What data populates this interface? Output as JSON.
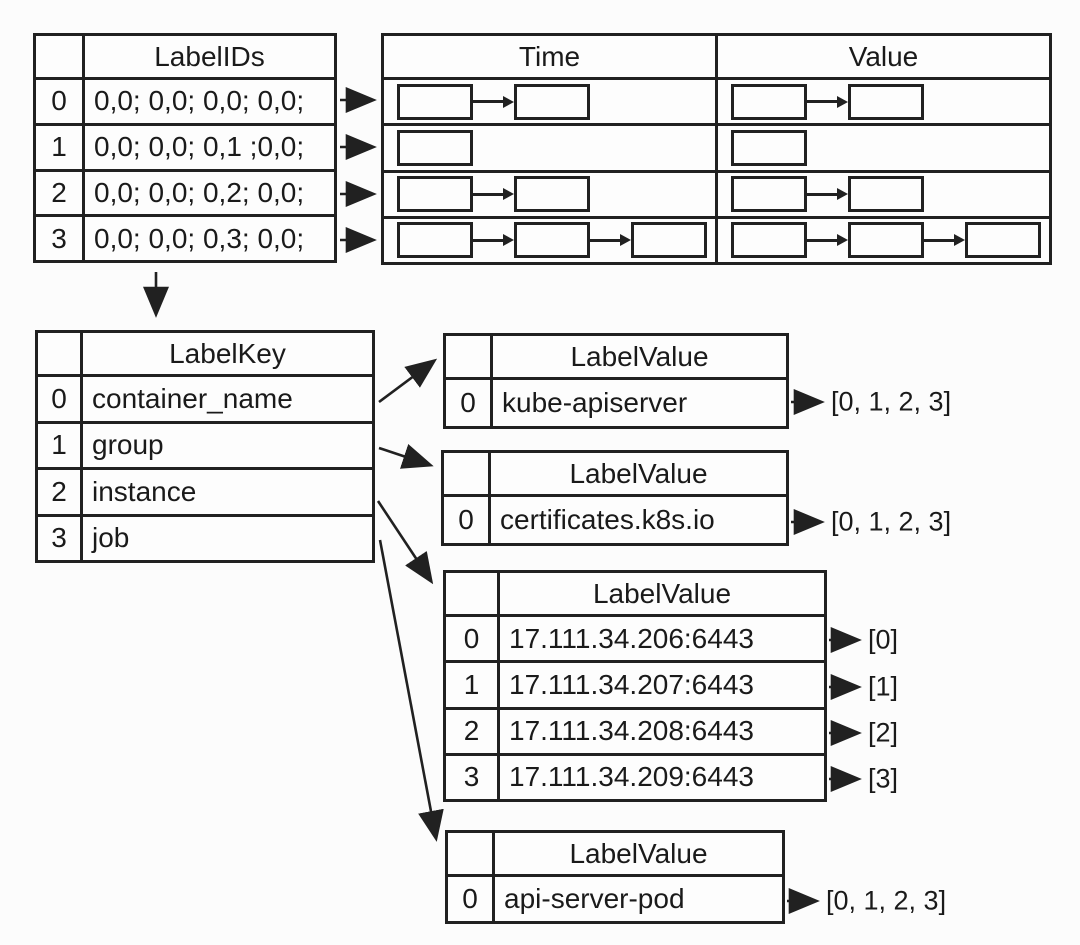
{
  "diagram": {
    "line_color": "#212121",
    "background": "#fcfcfc"
  },
  "series_table": {
    "header": "LabelIDs",
    "rows": [
      {
        "id": "0",
        "label_ids": "0,0; 0,0; 0,0; 0,0;"
      },
      {
        "id": "1",
        "label_ids": "0,0; 0,0; 0,1 ;0,0;"
      },
      {
        "id": "2",
        "label_ids": "0,0; 0,0; 0,2; 0,0;"
      },
      {
        "id": "3",
        "label_ids": "0,0; 0,0; 0,3; 0,0;"
      }
    ]
  },
  "chunks_table": {
    "time_header": "Time",
    "value_header": "Value",
    "chunks_per_series": [
      2,
      1,
      2,
      3
    ]
  },
  "labelkey_table": {
    "header": "LabelKey",
    "rows": [
      {
        "id": "0",
        "key": "container_name"
      },
      {
        "id": "1",
        "key": "group"
      },
      {
        "id": "2",
        "key": "instance"
      },
      {
        "id": "3",
        "key": "job"
      }
    ]
  },
  "labelvalue_tables": [
    {
      "header": "LabelValue",
      "rows": [
        {
          "id": "0",
          "value": "kube-apiserver",
          "postings": "[0, 1, 2, 3]"
        }
      ]
    },
    {
      "header": "LabelValue",
      "rows": [
        {
          "id": "0",
          "value": "certificates.k8s.io",
          "postings": "[0, 1, 2, 3]"
        }
      ]
    },
    {
      "header": "LabelValue",
      "rows": [
        {
          "id": "0",
          "value": "17.111.34.206:6443",
          "postings": "[0]"
        },
        {
          "id": "1",
          "value": "17.111.34.207:6443",
          "postings": "[1]"
        },
        {
          "id": "2",
          "value": "17.111.34.208:6443",
          "postings": "[2]"
        },
        {
          "id": "3",
          "value": "17.111.34.209:6443",
          "postings": "[3]"
        }
      ]
    },
    {
      "header": "LabelValue",
      "rows": [
        {
          "id": "0",
          "value": "api-server-pod",
          "postings": "[0, 1, 2, 3]"
        }
      ]
    }
  ]
}
